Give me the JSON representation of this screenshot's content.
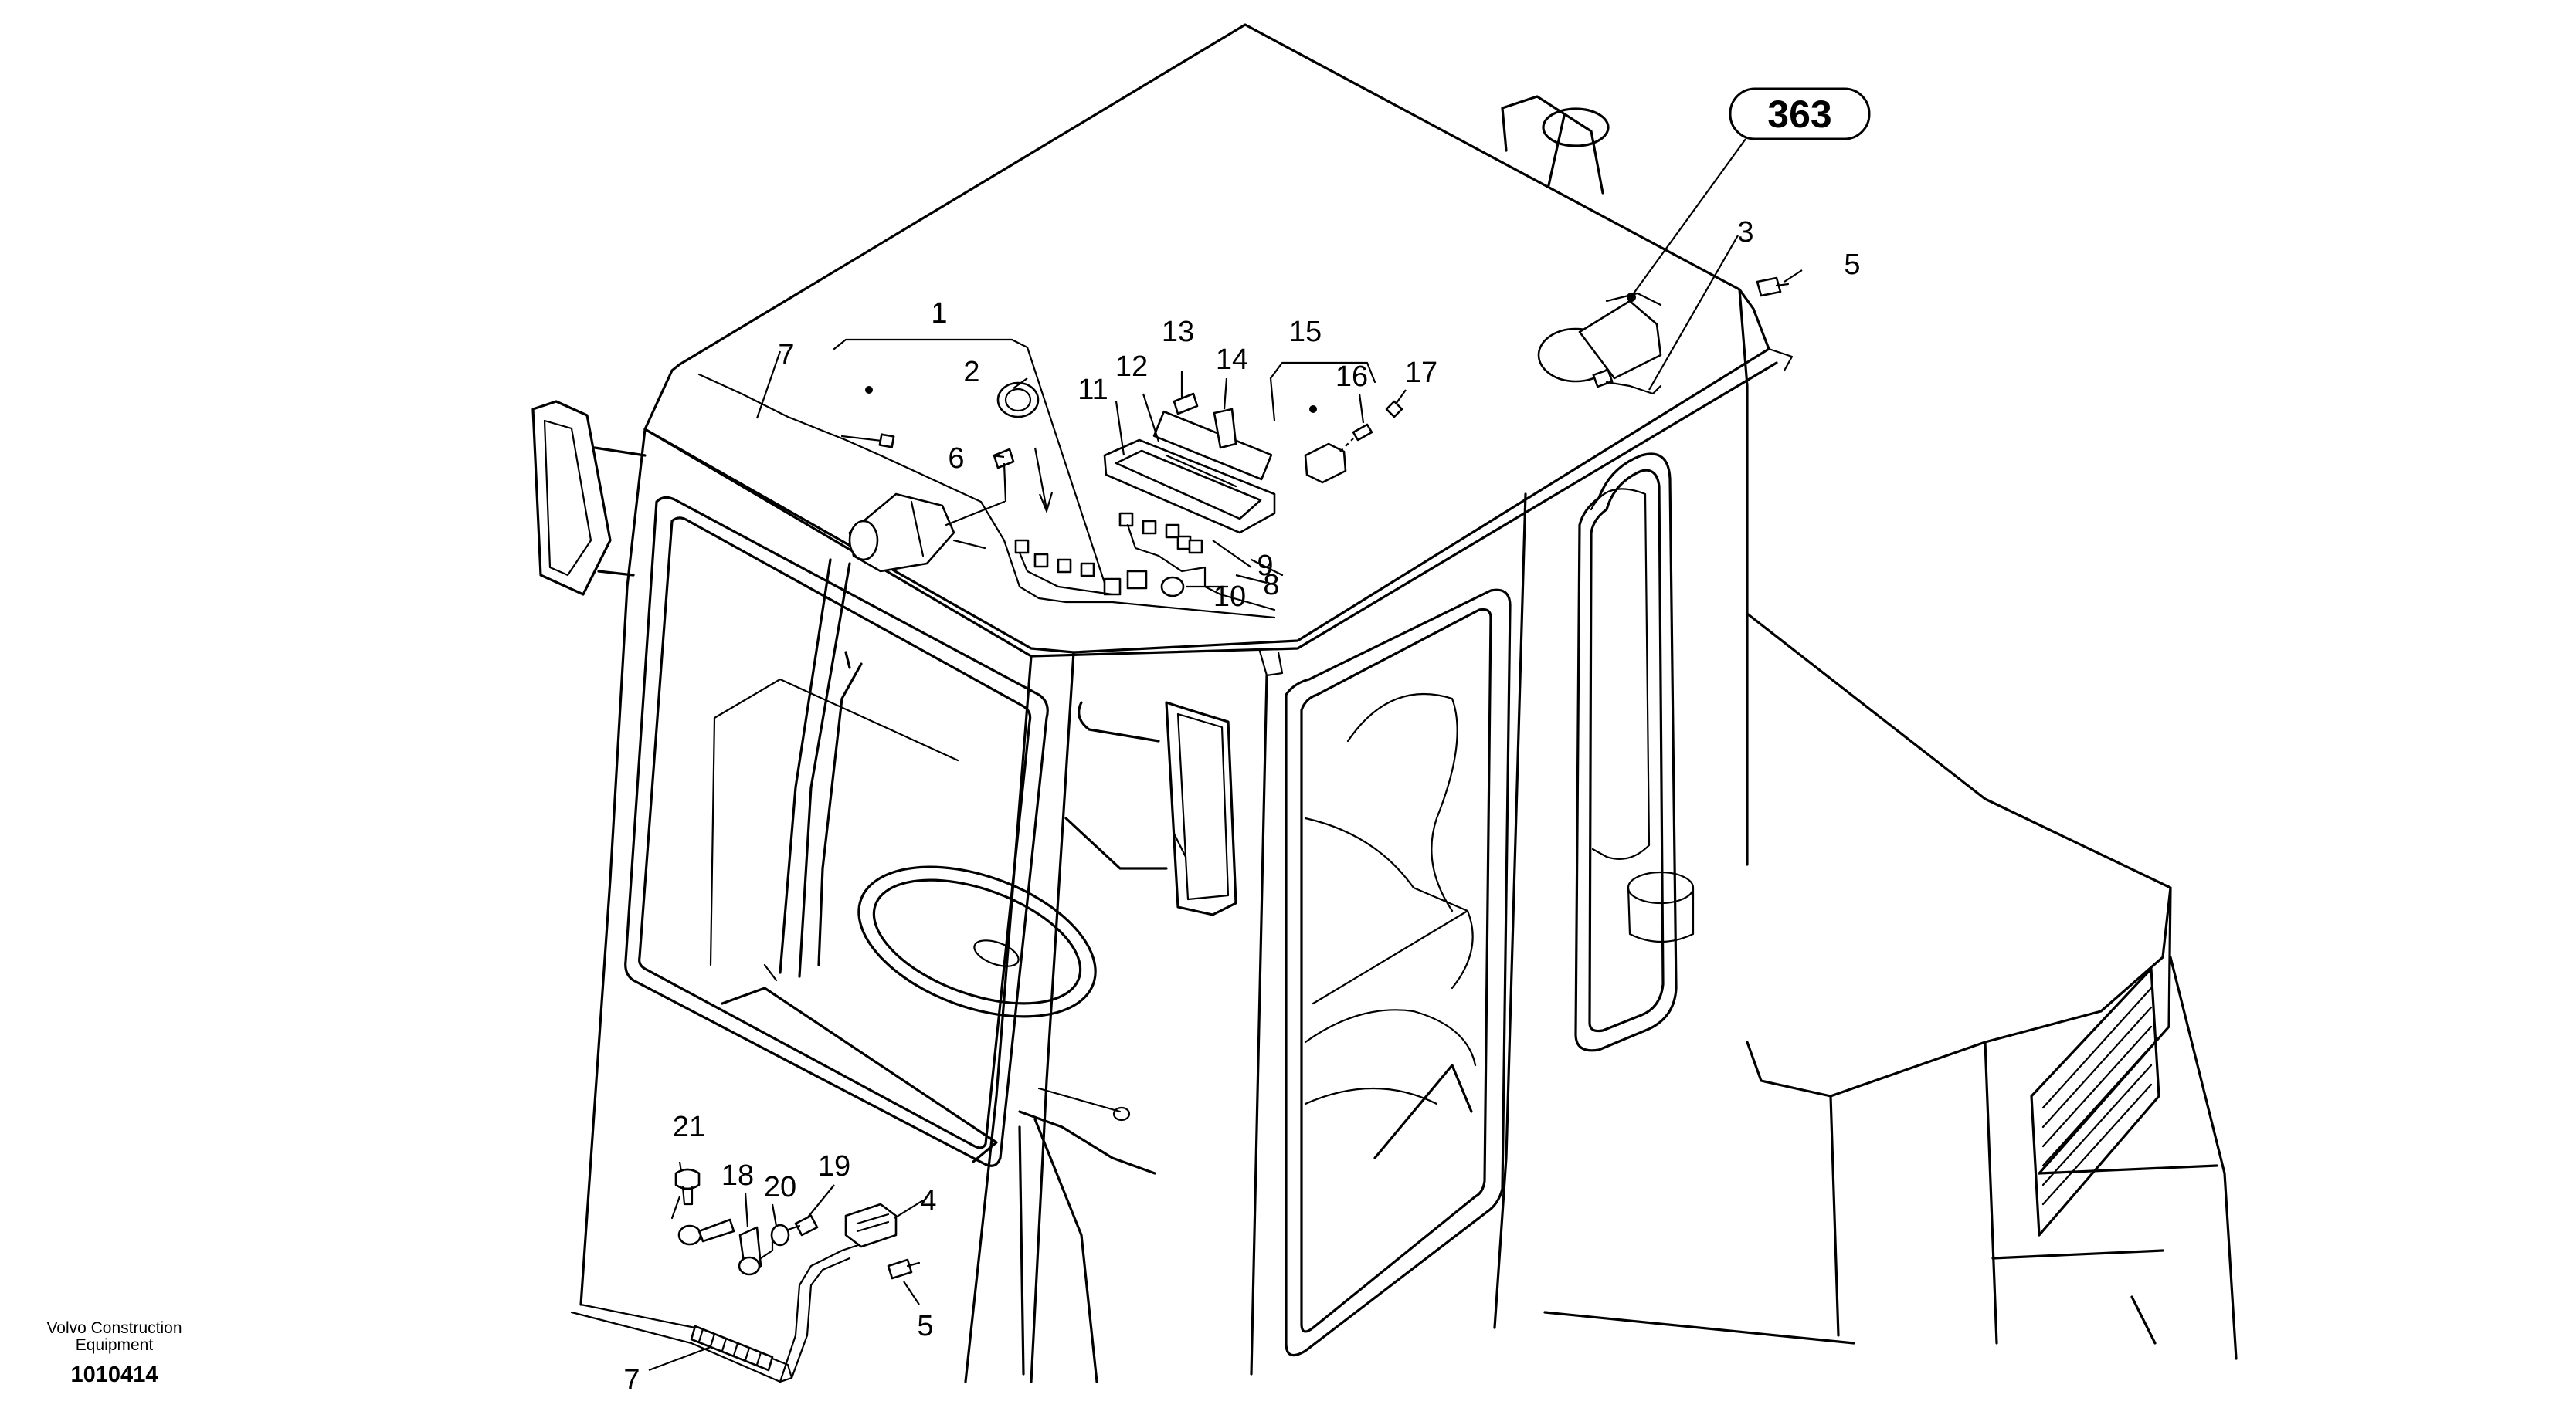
{
  "publisher": "Volvo Construction\nEquipment",
  "drawing_number": "1010414",
  "reference_badge": "363",
  "callouts": {
    "c1": "1",
    "c2": "2",
    "c3": "3",
    "c4": "4",
    "c5a": "5",
    "c5b": "5",
    "c6": "6",
    "c7a": "7",
    "c7b": "7",
    "c8": "8",
    "c9": "9",
    "c10": "10",
    "c11": "11",
    "c12": "12",
    "c13": "13",
    "c14": "14",
    "c15": "15",
    "c16": "16",
    "c17": "17",
    "c18": "18",
    "c19": "19",
    "c20": "20",
    "c21": "21"
  }
}
